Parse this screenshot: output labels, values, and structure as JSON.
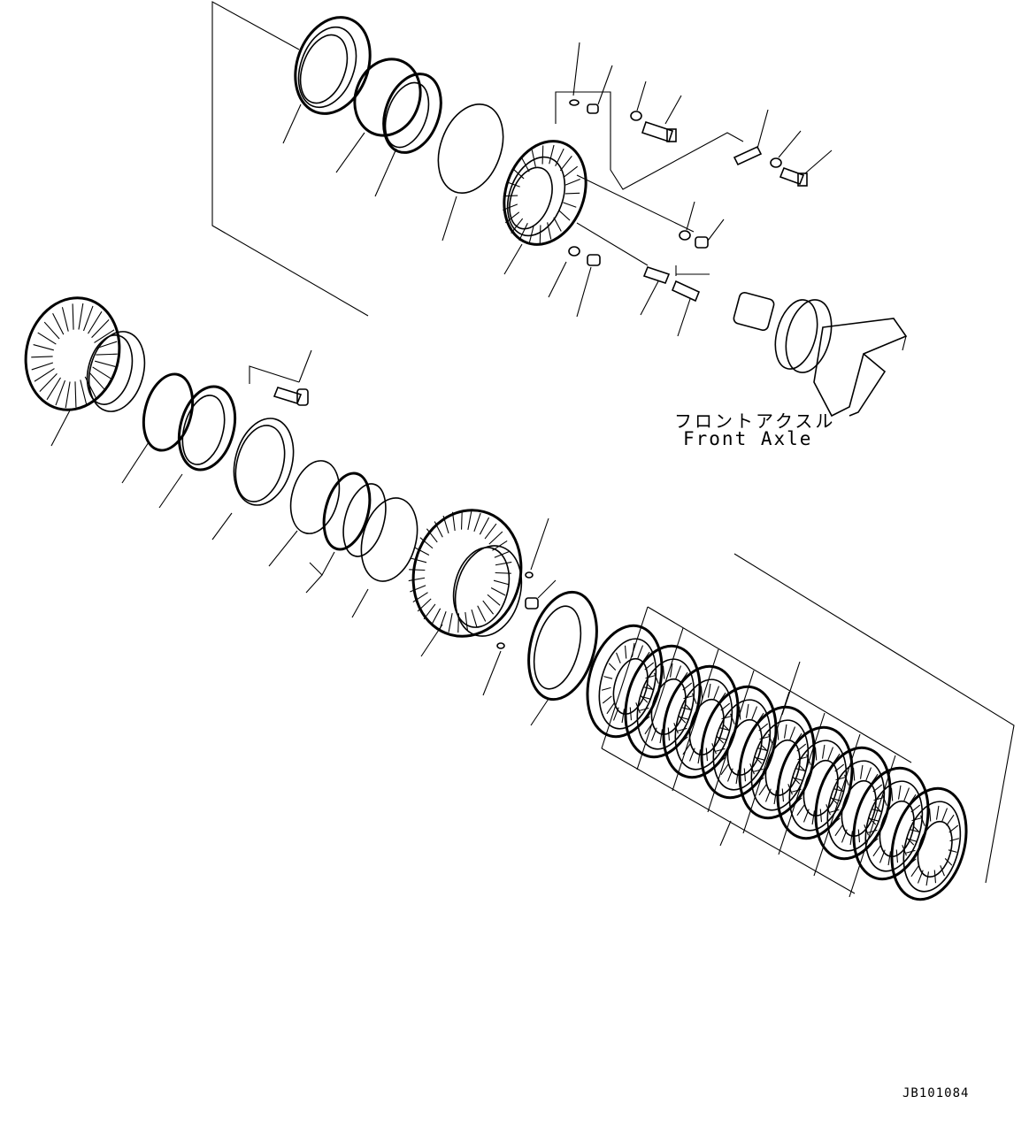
{
  "labels": {
    "axle_jp": "フロントアクスル",
    "axle_en": "Front Axle",
    "drawing_code": "JB101084"
  }
}
